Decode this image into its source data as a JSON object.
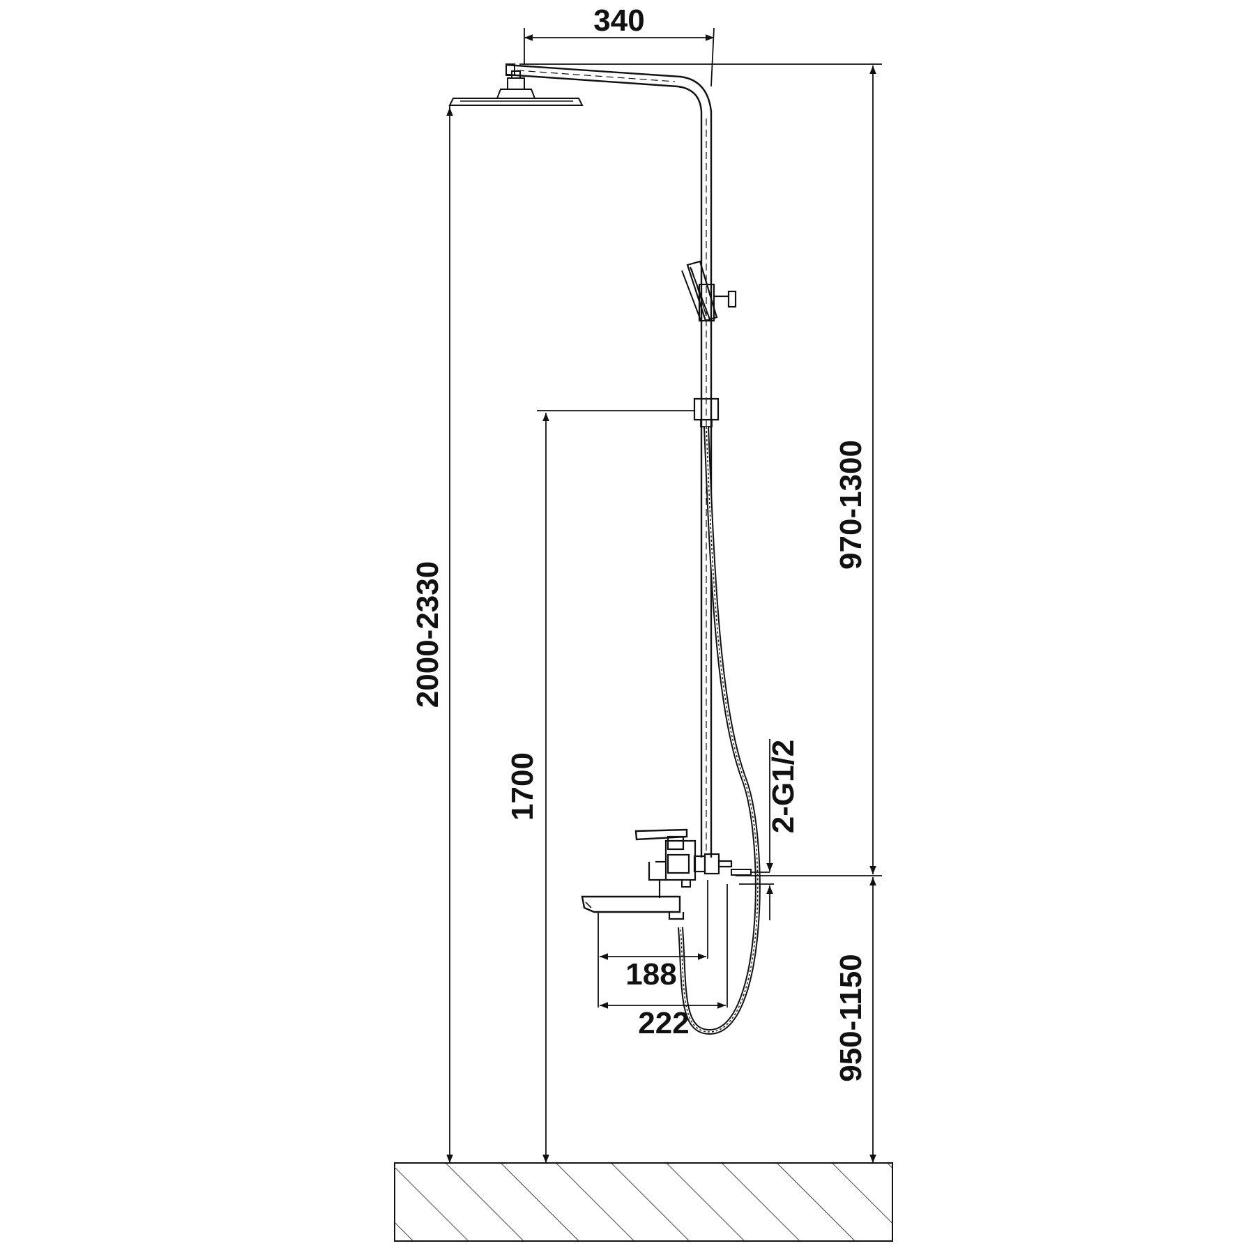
{
  "colors": {
    "line": "#111111",
    "background": "#ffffff"
  },
  "dimensions": {
    "arm_reach": "340",
    "total_height": "2000-2330",
    "slide_bar_height": "970-1300",
    "holder_height": "1700",
    "mixer_height": "950-1150",
    "inlet_thread": "2-G1/2",
    "spout_reach_short": "188",
    "spout_reach_long": "222"
  }
}
